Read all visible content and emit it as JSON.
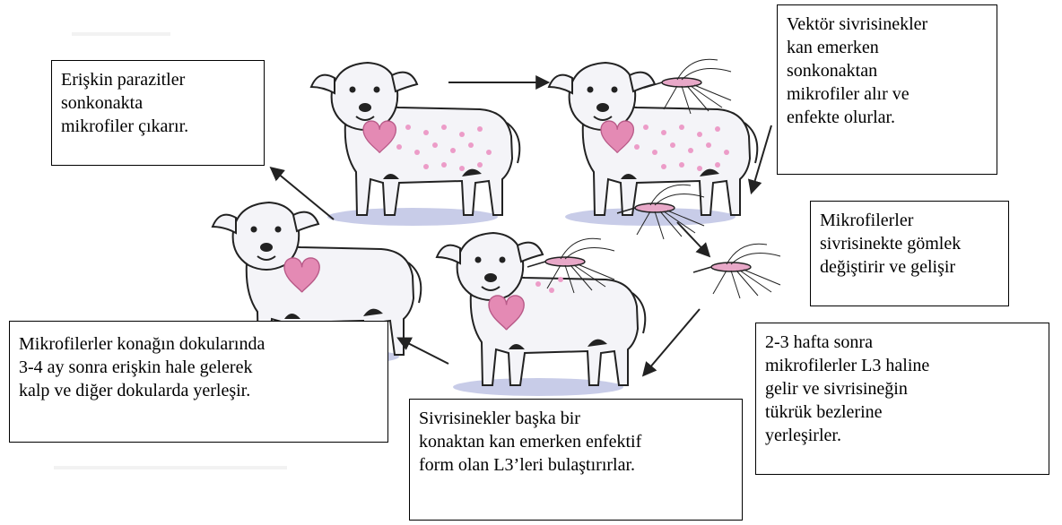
{
  "colors": {
    "dog_body": "#f4f4f8",
    "dog_outline": "#222222",
    "dog_shadow": "#c8cce8",
    "heart": "#e48ab4",
    "microfilaria_dots": "#ec9cc8",
    "arrow": "#222222"
  },
  "labels": {
    "adult": {
      "lines": [
        "Erişkin parazitler",
        "sonkonakta",
        "mikrofiler çıkarır."
      ]
    },
    "vector": {
      "lines": [
        "Vektör sivrisinekler",
        "kan emerken",
        "sonkonaktan",
        "mikrofiler alır ve",
        "enfekte olurlar."
      ]
    },
    "molt": {
      "lines": [
        "Mikrofilerler",
        "sivrisinekte gömlek",
        "değiştirir ve gelişir"
      ]
    },
    "l3": {
      "lines": [
        "2-3 hafta sonra",
        "mikrofilerler L3 haline",
        "gelir ve sivrisineğin",
        "tükrük bezlerine",
        "yerleşirler."
      ]
    },
    "transmit": {
      "lines": [
        "Sivrisinekler başka bir",
        "konaktan kan emerken enfektif",
        "form olan L3’leri bulaştırırlar."
      ]
    },
    "tissue": {
      "lines": [
        "Mikrofilerler konağın dokularında",
        "3-4 ay sonra erişkin hale gelerek",
        "kalp ve diğer dokularda yerleşir."
      ]
    }
  },
  "icons": [
    "dog-infected",
    "dog-heart",
    "mosquito",
    "cycle-arrow"
  ]
}
